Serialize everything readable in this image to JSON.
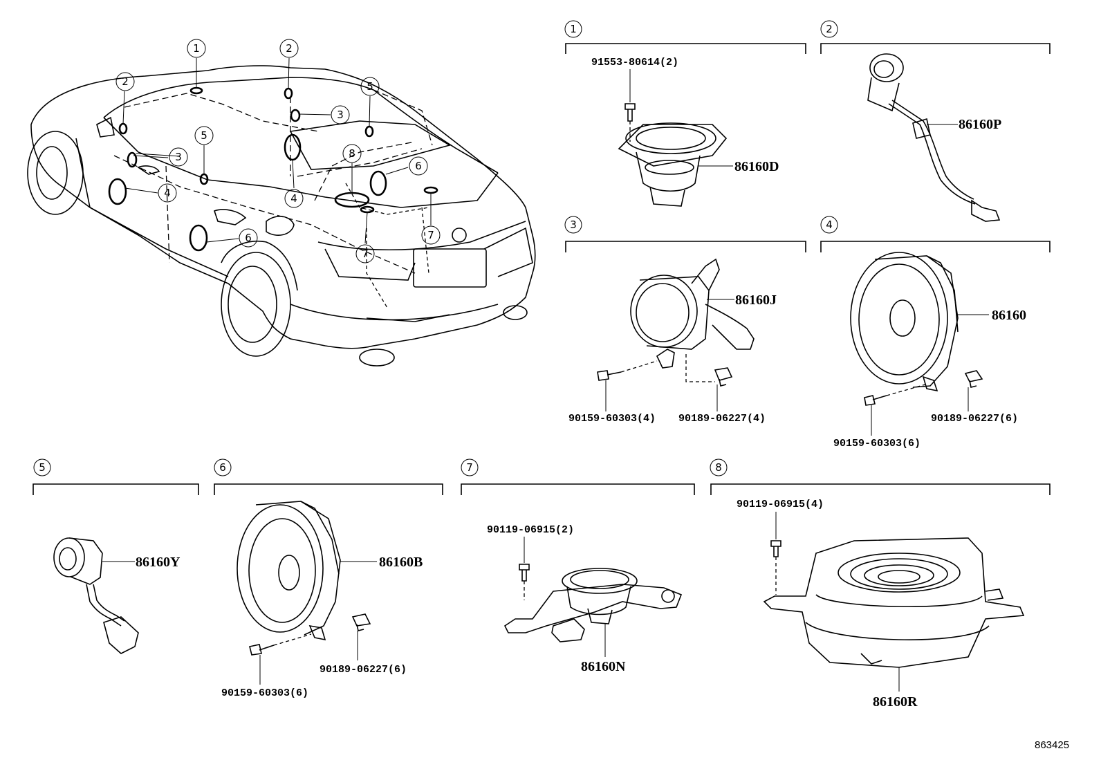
{
  "diagram_id": "863425",
  "sections": [
    {
      "num": "1",
      "parts": [
        "91553-80614(2)",
        "86160D"
      ]
    },
    {
      "num": "2",
      "parts": [
        "86160P"
      ]
    },
    {
      "num": "3",
      "parts": [
        "86160J",
        "90159-60303(4)",
        "90189-06227(4)"
      ]
    },
    {
      "num": "4",
      "parts": [
        "86160",
        "90189-06227(6)",
        "90159-60303(6)"
      ]
    },
    {
      "num": "5",
      "parts": [
        "86160Y"
      ]
    },
    {
      "num": "6",
      "parts": [
        "86160B",
        "90189-06227(6)",
        "90159-60303(6)"
      ]
    },
    {
      "num": "7",
      "parts": [
        "90119-06915(2)",
        "86160N"
      ]
    },
    {
      "num": "8",
      "parts": [
        "90119-06915(4)",
        "86160R"
      ]
    }
  ],
  "car_callouts": [
    "1",
    "2",
    "2",
    "3",
    "3",
    "4",
    "4",
    "5",
    "5",
    "6",
    "6",
    "7",
    "7",
    "8"
  ]
}
